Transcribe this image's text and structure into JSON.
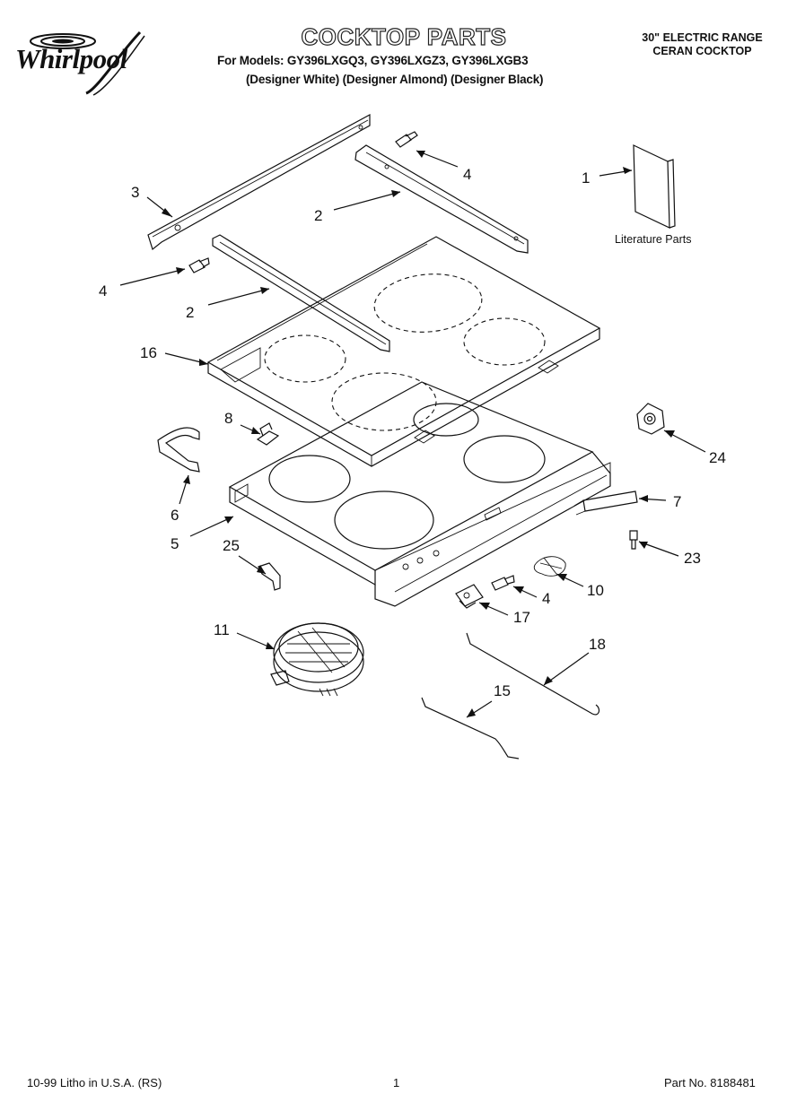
{
  "header": {
    "brand": "Whirlpool",
    "title": "COCKTOP PARTS",
    "models_line": "For Models: GY396LXGQ3, GY396LXGZ3, GY396LXGB3",
    "variants_line": "(Designer White)  (Designer Almond)  (Designer Black)",
    "product_line1": "30\" ELECTRIC RANGE",
    "product_line2": "CERAN COCKTOP"
  },
  "literature_label": "Literature Parts",
  "callouts": [
    "1",
    "2",
    "2",
    "3",
    "4",
    "4",
    "4",
    "5",
    "6",
    "7",
    "8",
    "10",
    "11",
    "15",
    "16",
    "17",
    "18",
    "23",
    "24",
    "25"
  ],
  "footer": {
    "left": "10-99 Litho in U.S.A. (RS)",
    "page": "1",
    "part_no": "Part No. 8188481"
  }
}
